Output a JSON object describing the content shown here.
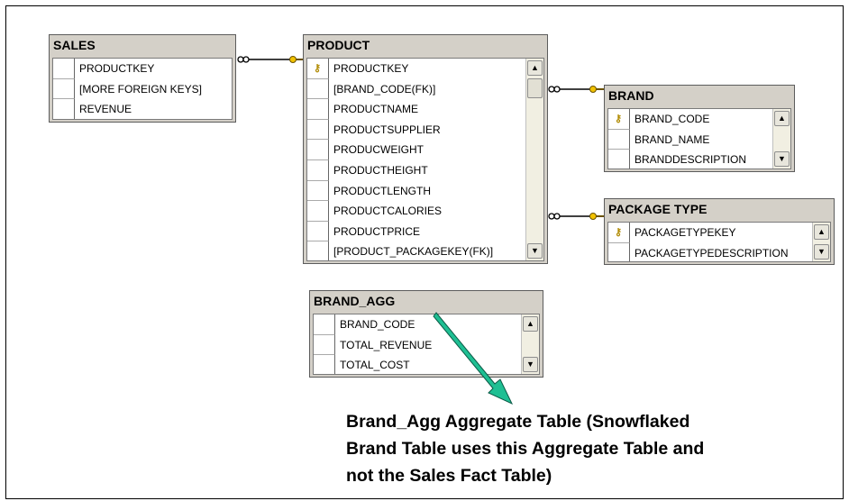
{
  "tables": {
    "sales": {
      "title": "SALES",
      "rows": [
        "PRODUCTKEY",
        "[MORE FOREIGN KEYS]",
        "REVENUE"
      ]
    },
    "product": {
      "title": "PRODUCT",
      "rows": [
        "PRODUCTKEY",
        "[BRAND_CODE(FK)]",
        "PRODUCTNAME",
        "PRODUCTSUPPLIER",
        "PRODUCWEIGHT",
        "PRODUCTHEIGHT",
        "PRODUCTLENGTH",
        "PRODUCTCALORIES",
        "PRODUCTPRICE",
        "[PRODUCT_PACKAGEKEY(FK)]"
      ]
    },
    "brand": {
      "title": "BRAND",
      "rows": [
        "BRAND_CODE",
        "BRAND_NAME",
        "BRANDDESCRIPTION"
      ]
    },
    "package_type": {
      "title": "PACKAGE TYPE",
      "rows": [
        "PACKAGETYPEKEY",
        "PACKAGETYPEDESCRIPTION"
      ]
    },
    "brand_agg": {
      "title": "BRAND_AGG",
      "rows": [
        "BRAND_CODE",
        "TOTAL_REVENUE",
        "TOTAL_COST"
      ]
    }
  },
  "icons": {
    "primary_key": "key-icon",
    "relationship": "relationship-connector",
    "scroll_up": "scroll-up-arrow-icon",
    "scroll_down": "scroll-down-arrow-icon",
    "annotation": "arrow-icon"
  },
  "colors": {
    "window": "#d4d0c8",
    "arrow": "#1fbf93",
    "key": "#b08a00"
  },
  "annotation": {
    "line1": "Brand_Agg Aggregate Table (Snowflaked",
    "line2": "Brand Table uses this Aggregate Table and",
    "line3": "not the Sales Fact Table)"
  }
}
